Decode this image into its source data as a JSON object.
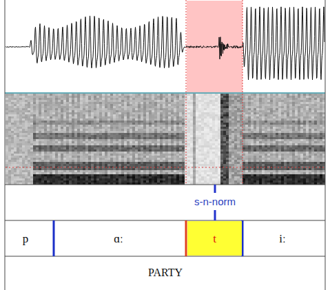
{
  "diagram": {
    "nodes": [
      {
        "text": [
          "t"
        ]
      }
    ],
    "edges": [],
    "labels": [
      "s-n-norm",
      "p",
      "ɑː",
      "iː",
      "PARTY"
    ]
  }
}
